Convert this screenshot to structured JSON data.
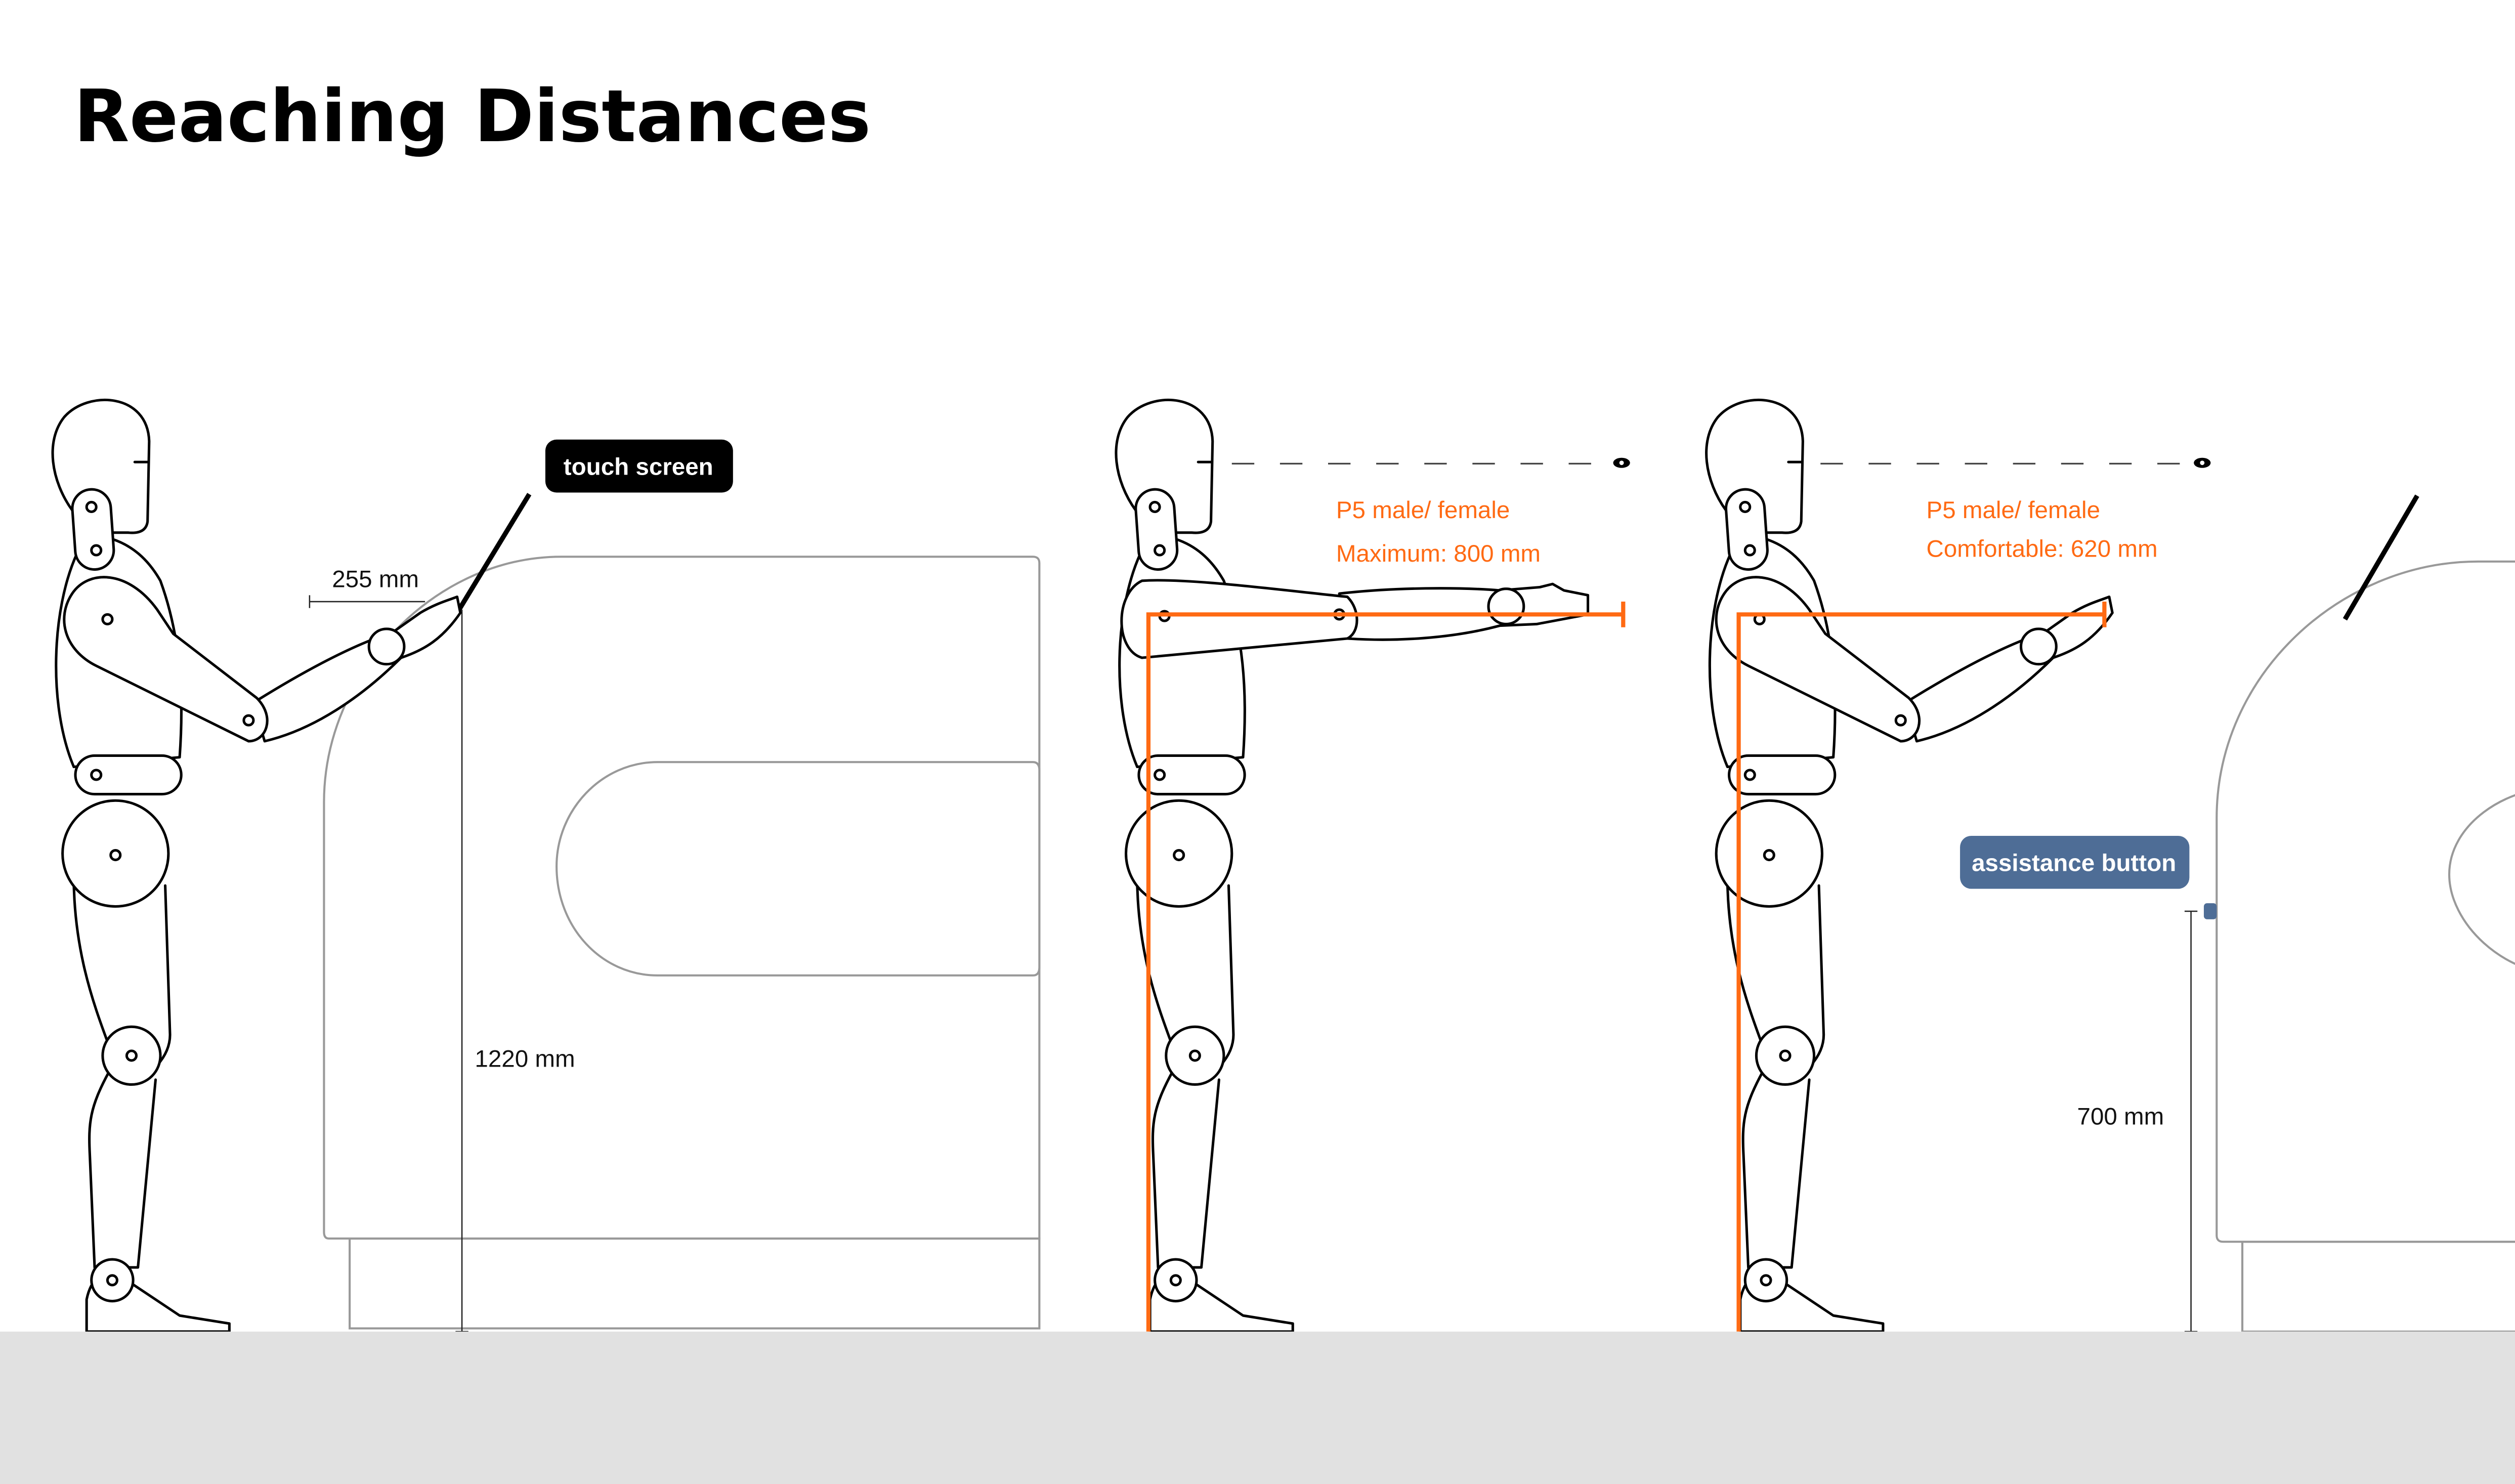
{
  "title": "Reaching Distances",
  "colors": {
    "accent": "#ff6a13",
    "assistance": "#4e6d96",
    "floor": "#e1e1e1",
    "machine_outline": "#999999"
  },
  "panel1": {
    "callout": "touch screen",
    "reach_dim": "255 mm",
    "height_dim": "1220 mm"
  },
  "panel2": {
    "line1": "P5 male/ female",
    "line2": "Maximum: 800 mm",
    "eye_icon": "eye-icon"
  },
  "panel3": {
    "line1": "P5 male/ female",
    "line2": "Comfortable: 620 mm",
    "eye_icon": "eye-icon",
    "callout": "assistance button",
    "height_dim": "700 mm"
  }
}
